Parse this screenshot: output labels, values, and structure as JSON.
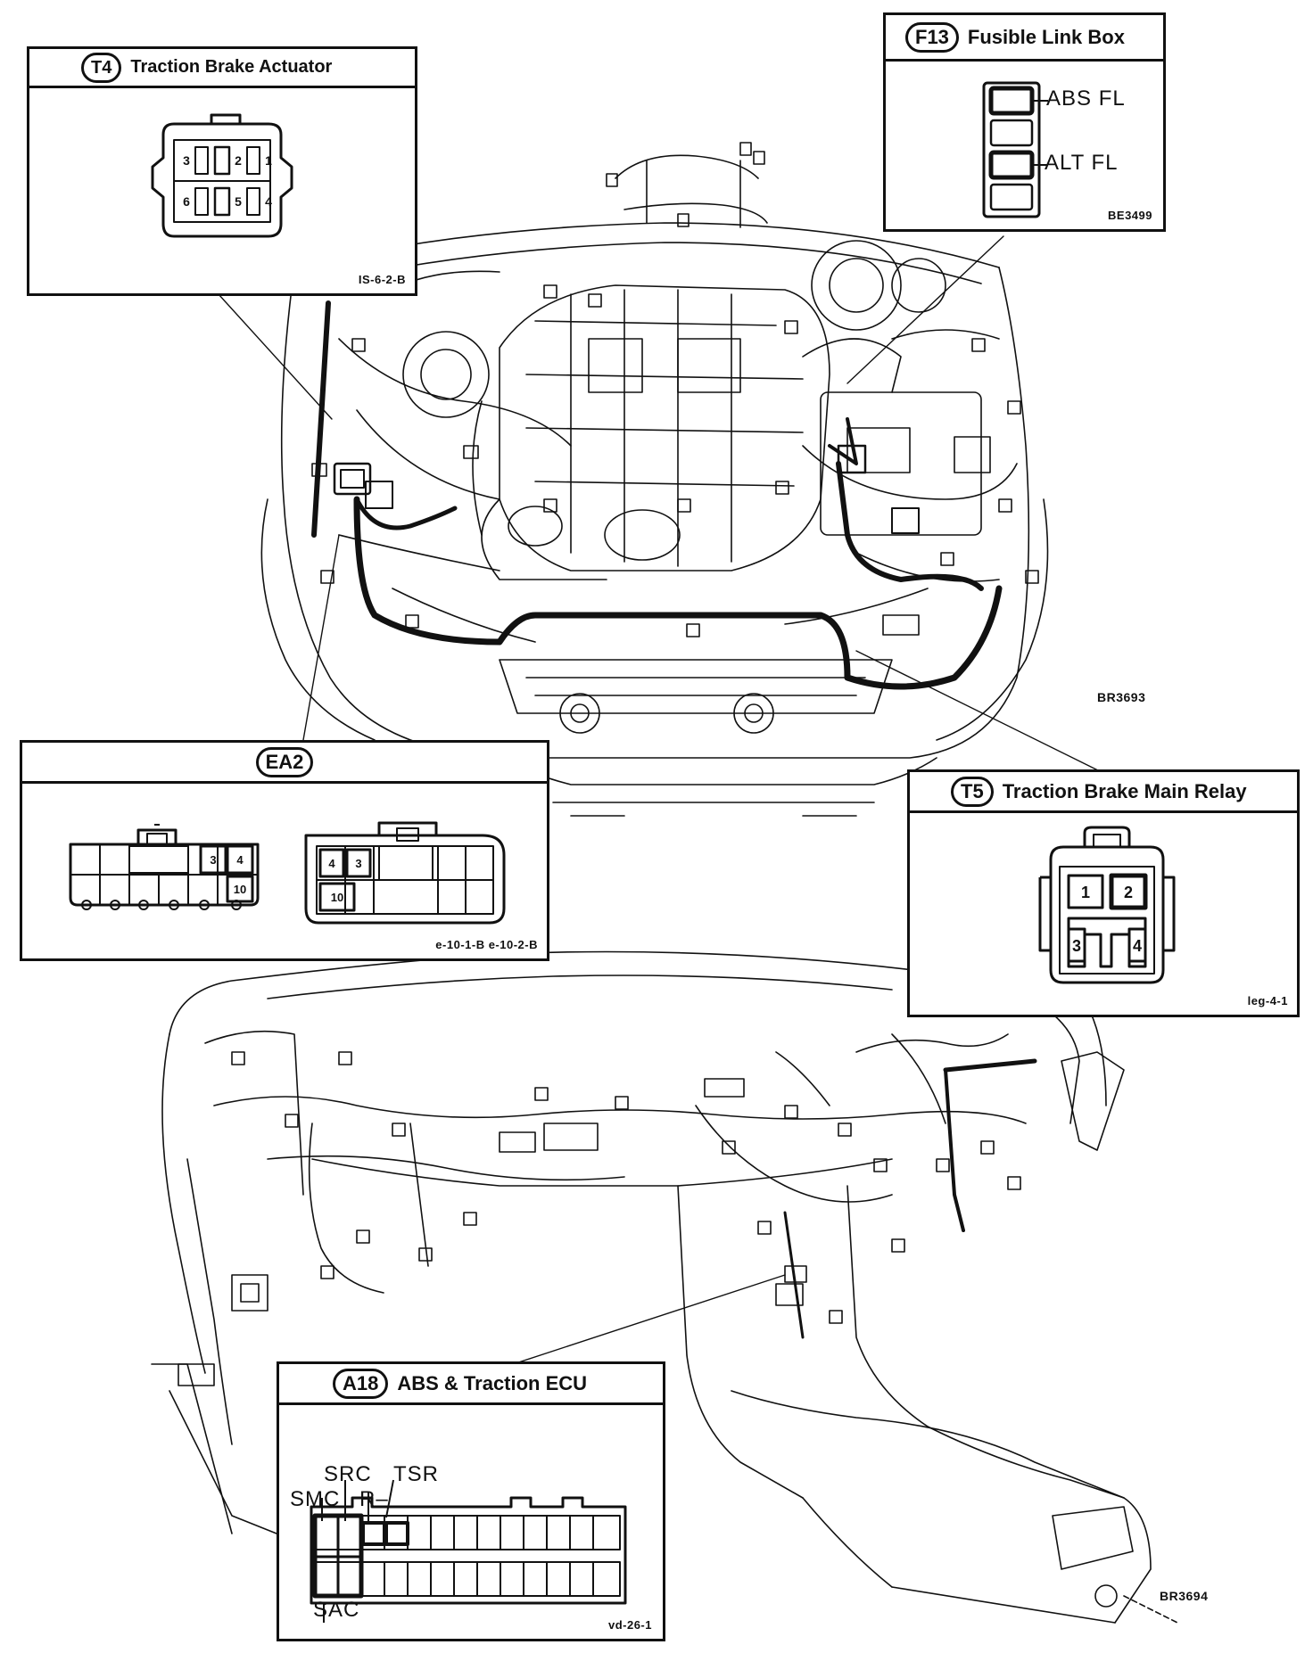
{
  "boxes": {
    "t4": {
      "tag": "T4",
      "title": "Traction Brake Actuator",
      "code": "IS-6-2-B",
      "pins": [
        "3",
        "2",
        "1",
        "6",
        "5",
        "4"
      ]
    },
    "f13": {
      "tag": "F13",
      "title": "Fusible Link Box",
      "code": "BE3499",
      "labels": [
        "ABS FL",
        "ALT FL"
      ]
    },
    "ea2": {
      "tag": "EA2",
      "title": "",
      "code": "e-10-1-B e-10-2-B",
      "left_pins": [
        "3",
        "4",
        "10"
      ],
      "right_pins": [
        "4",
        "3",
        "10"
      ]
    },
    "t5": {
      "tag": "T5",
      "title": "Traction Brake Main Relay",
      "code": "leg-4-1",
      "pins": [
        "1",
        "2",
        "3",
        "4"
      ]
    },
    "a18": {
      "tag": "A18",
      "title": "ABS & Traction ECU",
      "code": "vd-26-1",
      "labels": [
        "SRC",
        "TSR",
        "SMC",
        "R–",
        "SAC"
      ]
    }
  },
  "figure_codes": {
    "engine": "BR3693",
    "dash": "BR3694"
  },
  "colors": {
    "ink": "#111111",
    "paper": "#ffffff"
  }
}
